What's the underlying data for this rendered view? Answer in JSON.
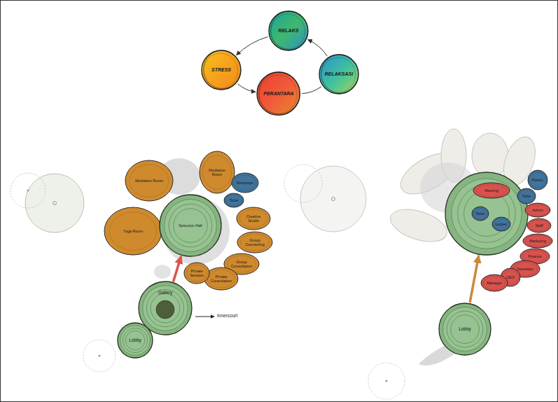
{
  "diagram": {
    "nodes": [
      {
        "text": [
          "RELAKS"
        ]
      },
      {
        "text": [
          "RELAKSASI"
        ]
      },
      {
        "text": [
          "PERANTARA"
        ]
      },
      {
        "text": [
          "STRESS"
        ]
      },
      {
        "text": [
          "Mediation Room"
        ]
      },
      {
        "text": [
          "Mediation Room"
        ]
      },
      {
        "text": [
          "Yoga Room"
        ]
      },
      {
        "text": [
          "Selection Hall"
        ]
      },
      {
        "text": [
          "Restroom"
        ]
      },
      {
        "text": [
          "Toilet"
        ]
      },
      {
        "text": [
          "Creative Studio"
        ]
      },
      {
        "text": [
          "Group Counseling"
        ]
      },
      {
        "text": [
          "Group Consultation"
        ]
      },
      {
        "text": [
          "Private Consultation"
        ]
      },
      {
        "text": [
          "Private Session"
        ]
      },
      {
        "text": [
          "Gallery"
        ]
      },
      {
        "text": [
          "Lobby"
        ]
      },
      {
        "text": []
      },
      {
        "text": [
          "Meeting"
        ],
        "in": 17
      },
      {
        "text": [
          "Toilet"
        ],
        "in": 17
      },
      {
        "text": [
          "Locker"
        ],
        "in": 17
      },
      {
        "text": [
          "Pantry"
        ]
      },
      {
        "text": [
          "Toilet"
        ]
      },
      {
        "text": [
          "Admin"
        ]
      },
      {
        "text": [
          "Staff"
        ]
      },
      {
        "text": [
          "Marketing"
        ]
      },
      {
        "text": [
          "Finance"
        ]
      },
      {
        "text": [
          "Secretary"
        ]
      },
      {
        "text": [
          "CEO"
        ]
      },
      {
        "text": [
          "Manager"
        ]
      },
      {
        "text": [
          "Lobby"
        ]
      }
    ],
    "edges": [
      {
        "from": 1,
        "to": 0,
        "arrow": "to"
      },
      {
        "from": 0,
        "to": 3,
        "arrow": "to"
      },
      {
        "from": 3,
        "to": 2,
        "arrow": "to"
      },
      {
        "from": 2,
        "to": 1,
        "arrow": "none"
      },
      {
        "from": 15,
        "to": 7,
        "arrow": "to"
      },
      {
        "from": 30,
        "to": 17,
        "arrow": "to"
      }
    ],
    "labels": [
      "Innercourt"
    ]
  }
}
